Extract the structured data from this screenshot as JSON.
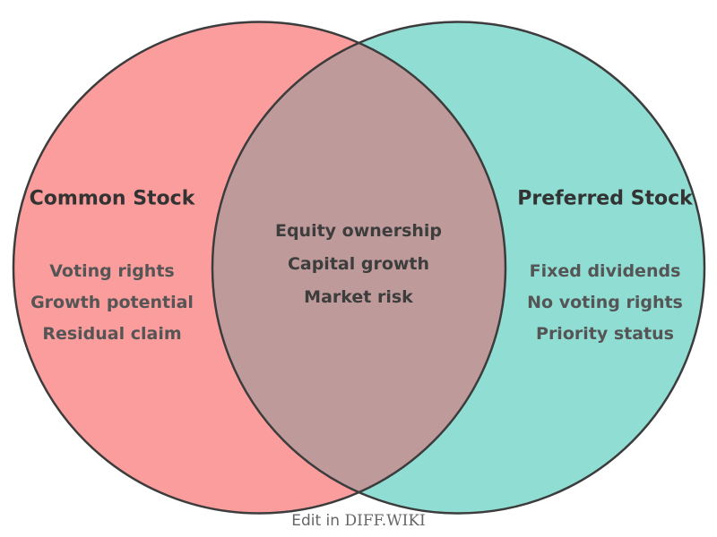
{
  "venn": {
    "left": {
      "title": "Common Stock",
      "items": [
        "Voting rights",
        "Growth potential",
        "Residual claim"
      ],
      "color": "#FB9D9D"
    },
    "right": {
      "title": "Preferred Stock",
      "items": [
        "Fixed dividends",
        "No voting rights",
        "Priority status"
      ],
      "color": "#90DDD4"
    },
    "overlap": {
      "items": [
        "Equity ownership",
        "Capital growth",
        "Market risk"
      ],
      "color": "#BF9A9B"
    },
    "outline_color": "#3C3C3C"
  },
  "footer": {
    "prefix": "Edit in ",
    "brand": "DIFF.WIKI"
  }
}
